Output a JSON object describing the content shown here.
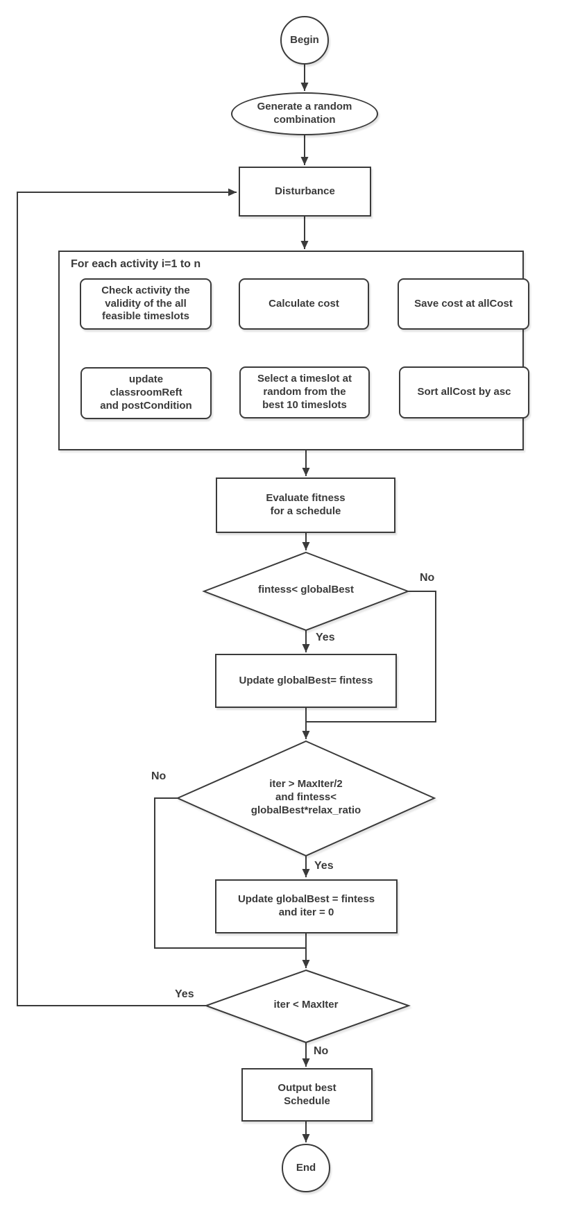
{
  "colors": {
    "stroke": "#3A3A3A",
    "text": "#3A3A3A",
    "background": "#FFFFFF"
  },
  "nodes": {
    "begin": {
      "type": "terminator",
      "label": "Begin"
    },
    "generate": {
      "type": "ellipse",
      "label": "Generate a random\ncombination"
    },
    "disturbance": {
      "type": "process",
      "label": "Disturbance"
    },
    "for_each": {
      "type": "loop-container",
      "label": "For each activity i=1 to n"
    },
    "check_validity": {
      "type": "process",
      "label": "Check activity the\nvalidity of the all\nfeasible timeslots"
    },
    "calculate_cost": {
      "type": "process",
      "label": "Calculate cost"
    },
    "save_cost": {
      "type": "process",
      "label": "Save cost at allCost"
    },
    "sort_allcost": {
      "type": "process",
      "label": "Sort allCost by asc"
    },
    "select_timeslot": {
      "type": "process",
      "label": "Select a timeslot at\nrandom from the\nbest 10 timeslots"
    },
    "update_classroom": {
      "type": "process",
      "label": "update\nclassroomReft\nand postCondition"
    },
    "evaluate": {
      "type": "process",
      "label": "Evaluate fitness\nfor a schedule"
    },
    "fitness_check": {
      "type": "decision",
      "label": "fintess< globalBest"
    },
    "update_globalbest": {
      "type": "process",
      "label": "Update globalBest= fintess"
    },
    "relax_check": {
      "type": "decision",
      "label": "iter > MaxIter/2\nand fintess<\nglobalBest*relax_ratio"
    },
    "update_globalbest_iter": {
      "type": "process",
      "label": "Update globalBest = fintess\nand iter = 0"
    },
    "iter_check": {
      "type": "decision",
      "label": "iter < MaxIter"
    },
    "output": {
      "type": "process",
      "label": "Output best\nSchedule"
    },
    "end": {
      "type": "terminator",
      "label": "End"
    }
  },
  "branches": {
    "fitness_no": "No",
    "fitness_yes": "Yes",
    "relax_no": "No",
    "relax_yes": "Yes",
    "iter_yes": "Yes",
    "iter_no": "No"
  }
}
